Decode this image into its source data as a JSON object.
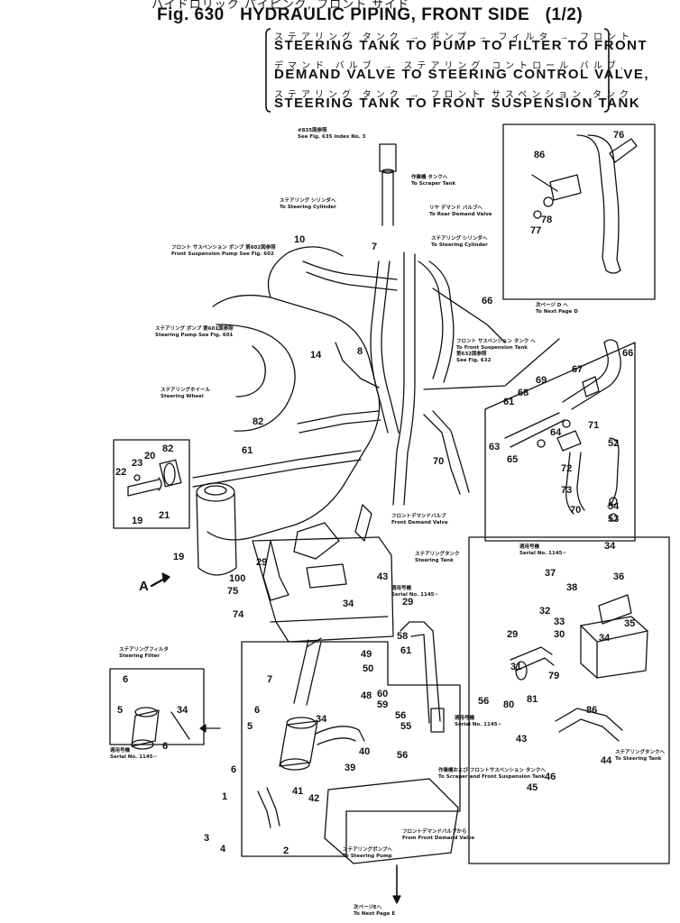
{
  "header": {
    "title_jp": "ハイドロリック パイピング, フロント サイド",
    "fig_label": "Fig. 630",
    "title_en": "HYDRAULIC PIPING, FRONT SIDE",
    "sheet": "(1/2)"
  },
  "routes": [
    {
      "jp": "ステアリング タンク → ポンプ → フィルタ → フロント",
      "en": "STEERING TANK TO PUMP TO FILTER TO FRONT"
    },
    {
      "jp": "デマンド バルブ → ステアリング コントロール バルブ,",
      "en": "DEMAND VALVE TO STEERING CONTROL VALVE,"
    },
    {
      "jp": "ステアリング タンク → フロント サスペンション タンク",
      "en": "STEERING TANK TO FRONT SUSPENSION TANK"
    }
  ],
  "callouts": {
    "see_fig_635": {
      "jp": "#835図参照",
      "en": "See Fig. 635 index No. 3"
    },
    "to_scraper_tank": {
      "jp": "作業機 タンクへ",
      "en": "To Scraper Tank"
    },
    "to_steering_cylinder_1": {
      "jp": "ステアリング シリンダへ",
      "en": "To Steering Cylinder"
    },
    "to_rear_demand_valve": {
      "jp": "リヤ デマンド バルブへ",
      "en": "To Rear Demand Valve"
    },
    "to_steering_cylinder_2": {
      "jp": "ステアリング シリンダへ",
      "en": "To Steering Cylinder"
    },
    "front_suspension_pump": {
      "jp": "フロント サスペンション ポンプ 第602図参照",
      "en": "Front Suspension Pump See Fig. 602"
    },
    "steering_pump": {
      "jp": "ステアリング ポンプ 第601図参照",
      "en": "Steering Pump See Fig. 601"
    },
    "to_front_suspension_tank": {
      "jp": "フロント サスペンション タンク へ",
      "en": "To Front Suspension Tank"
    },
    "see_fig_632": {
      "jp": "第632図参照",
      "en": "See Fig. 632"
    },
    "to_next_page_d": {
      "jp": "次ページ D へ",
      "en": "To Next Page D"
    },
    "steering_wheel": {
      "jp": "ステアリングホイール",
      "en": "Steering Wheel"
    },
    "front_demand_valve": {
      "jp": "フロントデマンドバルブ",
      "en": "Front Demand Valve"
    },
    "steering_tank": {
      "jp": "ステアリングタンク",
      "en": "Steering Tank"
    },
    "serial_1145_a": {
      "jp": "適用号機",
      "en": "Serial No. 1145~"
    },
    "serial_1145_b": {
      "jp": "適用号機",
      "en": "Serial No. 1145~"
    },
    "serial_1145_c": {
      "jp": "適用号機",
      "en": "Serial No. 1145~"
    },
    "serial_1145_d": {
      "jp": "適用号機",
      "en": "Serial No. 1145~"
    },
    "steering_filter": {
      "jp": "ステアリングフィルタ",
      "en": "Steering Filter"
    },
    "to_scraper_front_suspension": {
      "jp": "作業機および フロントサスペンション タンクへ",
      "en": "To Scraper and Front Suspension Tank"
    },
    "from_front_demand_valve": {
      "jp": "フロントデマンドバルブから",
      "en": "From Front Demand Valve"
    },
    "to_steering_pump": {
      "jp": "ステアリングポンプへ",
      "en": "To Steering Pump"
    },
    "to_steering_tank": {
      "jp": "ステアリングタンクへ",
      "en": "To Steering Tank"
    },
    "to_next_page_e": {
      "jp": "次ページEへ",
      "en": "To Next Page E"
    },
    "arrow_a": "A"
  },
  "part_numbers": [
    "1",
    "2",
    "3",
    "4",
    "5",
    "6",
    "7",
    "8",
    "10",
    "14",
    "19",
    "20",
    "21",
    "22",
    "23",
    "29",
    "30",
    "31",
    "32",
    "33",
    "34",
    "35",
    "36",
    "37",
    "38",
    "39",
    "40",
    "41",
    "42",
    "43",
    "44",
    "45",
    "46",
    "48",
    "49",
    "50",
    "52",
    "53",
    "54",
    "55",
    "56",
    "58",
    "59",
    "60",
    "61",
    "63",
    "64",
    "65",
    "66",
    "67",
    "68",
    "69",
    "70",
    "71",
    "72",
    "73",
    "74",
    "75",
    "76",
    "77",
    "78",
    "79",
    "80",
    "81",
    "82",
    "86",
    "100"
  ]
}
